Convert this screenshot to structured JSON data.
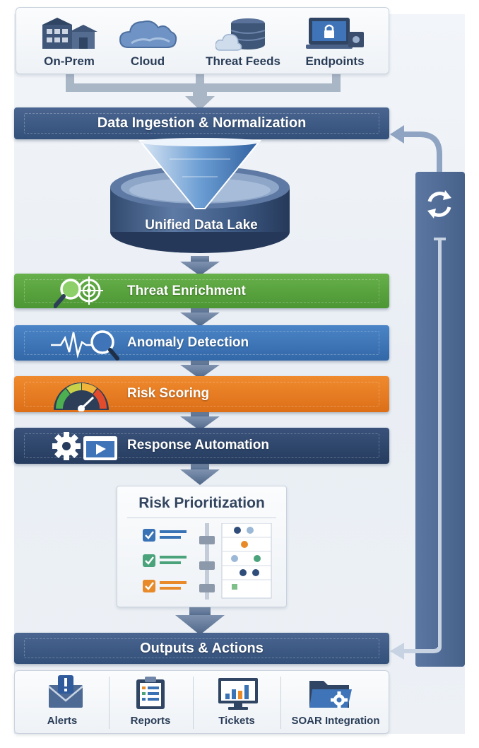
{
  "colors": {
    "navy": "#33507a",
    "green": "#4c9634",
    "blue": "#3368a8",
    "orange": "#dc6f18",
    "dark_navy": "#253c5f",
    "feedback_rail": "#536f9a"
  },
  "sources": [
    {
      "label": "On-Prem",
      "icon": "building-icon"
    },
    {
      "label": "Cloud",
      "icon": "cloud-icon"
    },
    {
      "label": "Threat Feeds",
      "icon": "database-cloud-icon"
    },
    {
      "label": "Endpoints",
      "icon": "laptop-lock-icon"
    }
  ],
  "ingestion": {
    "label": "Data Ingestion & Normalization",
    "icon": "funnel-icon"
  },
  "data_lake": {
    "label": "Unified Data Lake",
    "icon": "database-icon"
  },
  "stages": [
    {
      "label": "Threat Enrichment",
      "icon": "magnifier-target-icon",
      "color": "green"
    },
    {
      "label": "Anomaly Detection",
      "icon": "pulse-magnifier-icon",
      "color": "blue"
    },
    {
      "label": "Risk Scoring",
      "icon": "gauge-icon",
      "color": "orange"
    },
    {
      "label": "Response Automation",
      "icon": "gear-play-icon",
      "color": "dark_navy"
    }
  ],
  "prioritization": {
    "title": "Risk Prioritization",
    "icon": "checklist-sliders-icon",
    "checklist_colors": [
      "#3a73b5",
      "#4aa37a",
      "#e88a2a"
    ]
  },
  "outputs": {
    "label": "Outputs & Actions"
  },
  "output_items": [
    {
      "label": "Alerts",
      "icon": "alert-envelope-icon"
    },
    {
      "label": "Reports",
      "icon": "clipboard-report-icon"
    },
    {
      "label": "Tickets",
      "icon": "monitor-chart-icon"
    },
    {
      "label": "SOAR Integration",
      "icon": "folder-gear-icon"
    }
  ],
  "feedback_loop": {
    "icon": "refresh-cycle-icon"
  }
}
